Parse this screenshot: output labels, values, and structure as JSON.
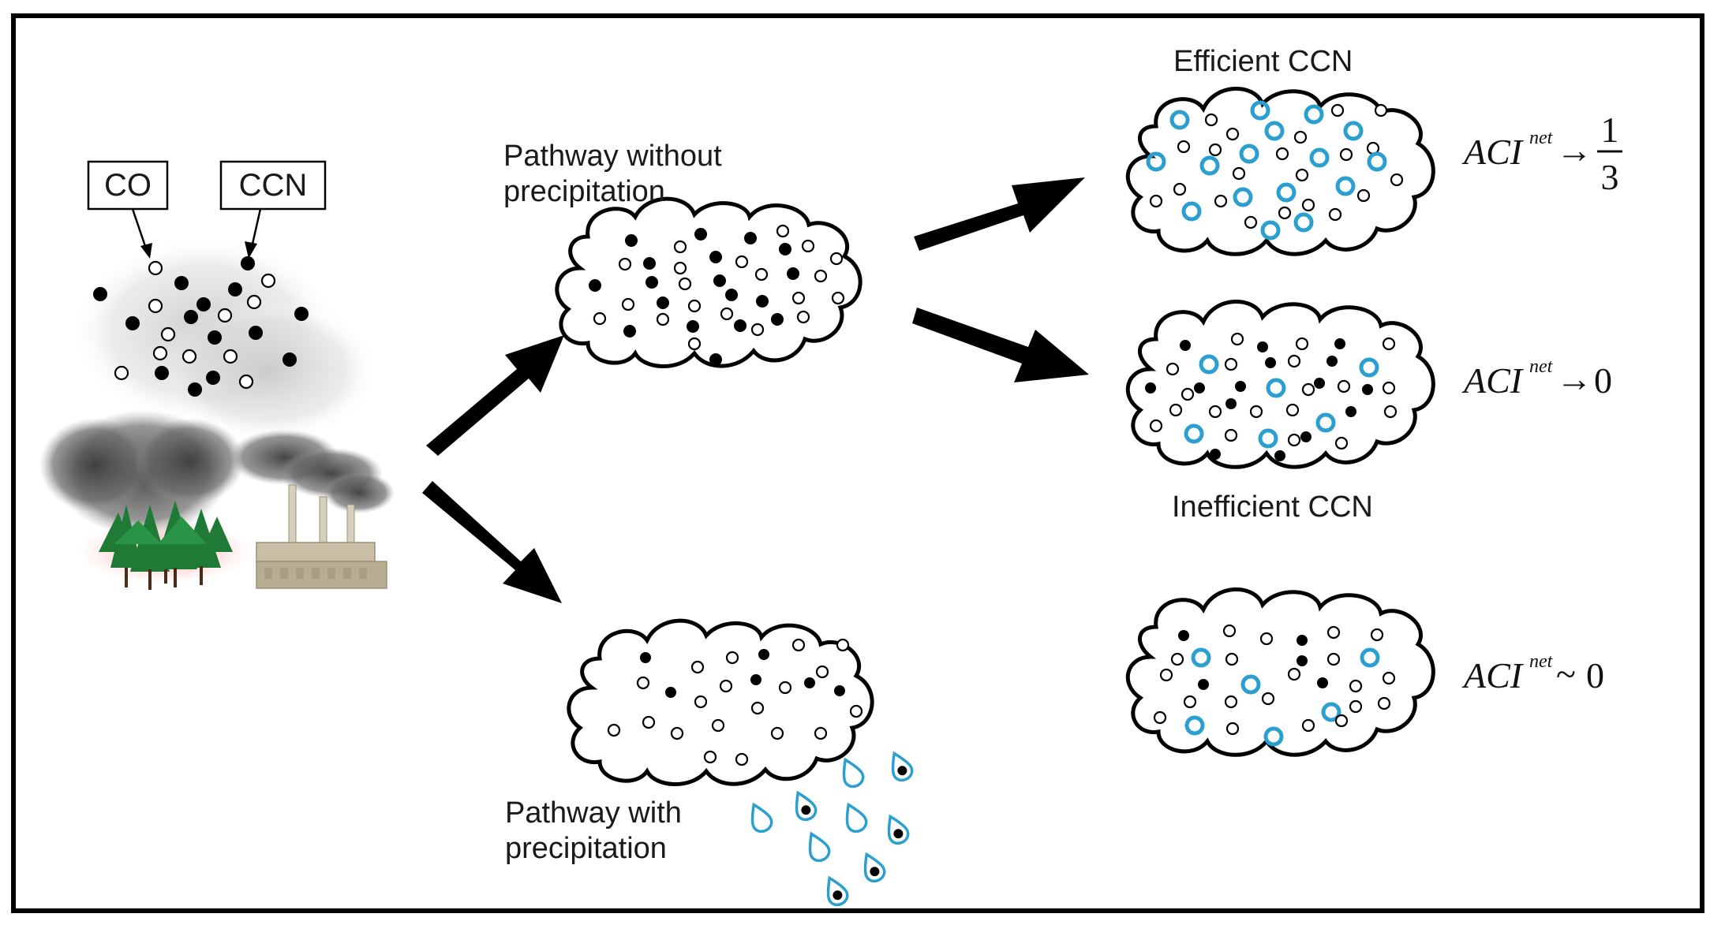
{
  "source_labels": {
    "co": "CO",
    "ccn": "CCN"
  },
  "pathways": {
    "without_precip": "Pathway without precipitation",
    "without_precip_lines": [
      "Pathway without",
      "precipitation"
    ],
    "with_precip": "Pathway with precipitation",
    "with_precip_lines": [
      "Pathway with",
      "precipitation"
    ]
  },
  "outcomes": {
    "efficient": "Efficient CCN",
    "inefficient": "Inefficient CCN"
  },
  "equations": {
    "aci_symbol": "ACI",
    "aci_superscript": "net",
    "efficient": {
      "relation": "→",
      "numerator": "1",
      "denominator": "3"
    },
    "inefficient": {
      "relation": "→",
      "value": "0"
    },
    "precip": {
      "relation": "~",
      "value": "0"
    }
  },
  "colors": {
    "ccn_activated": "#2a9fd0",
    "particle_co": "#000000",
    "frame": "#000000"
  },
  "icons": [
    "forest-fire-smoke-icon",
    "factory-smokestack-icon",
    "raindrop-icon"
  ]
}
